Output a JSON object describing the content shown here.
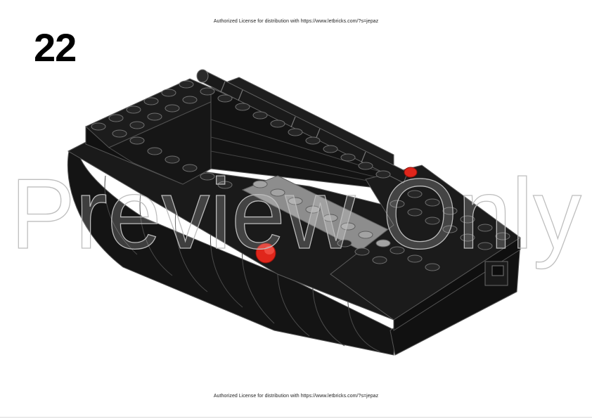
{
  "header": {
    "license_text": "Authorized License for distribution with https://www.letbricks.com/?s=jepaz"
  },
  "footer": {
    "license_text": "Authorized License for distribution with https://www.letbricks.com/?s=jepaz"
  },
  "step": {
    "number": "22"
  },
  "watermark": {
    "text": "Preview Only"
  },
  "colors": {
    "brick_black": "#151515",
    "brick_edge": "#5a5a5a",
    "plate_gray": "#8d8d8d",
    "accent_red": "#e0261b",
    "watermark_stroke": "#bdbdbd"
  },
  "icons": {
    "model": "lego-build-assembly-icon"
  }
}
